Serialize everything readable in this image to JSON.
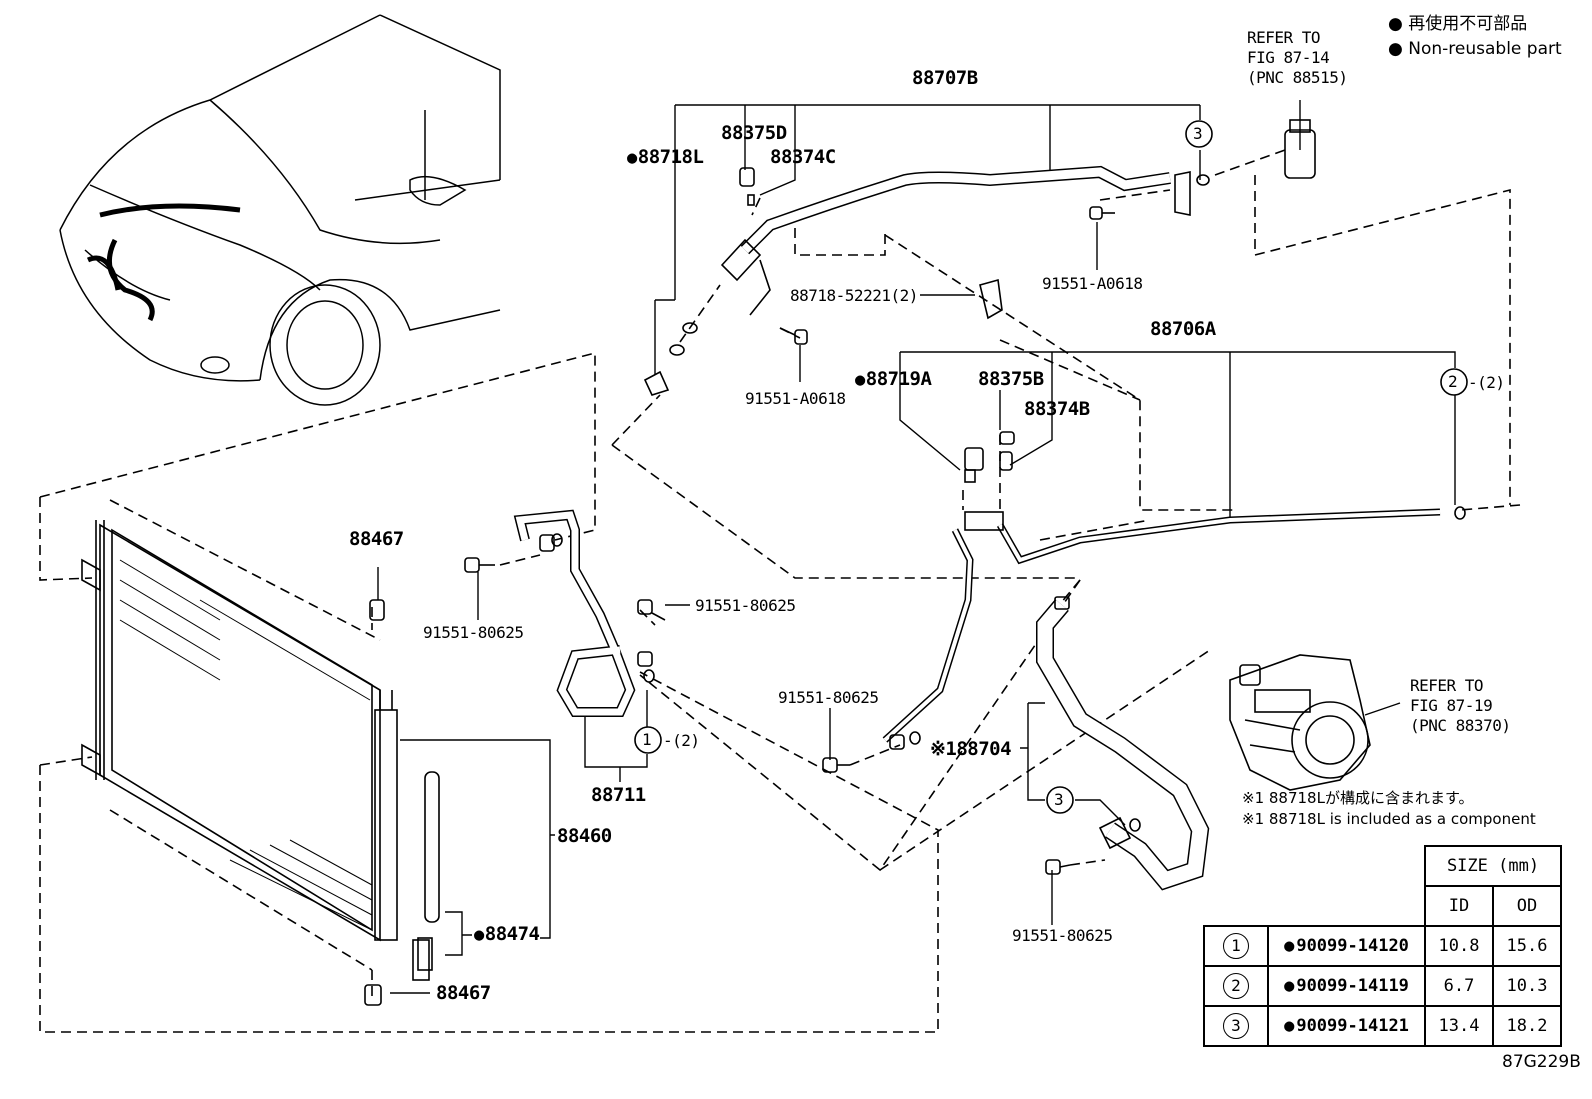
{
  "legend": {
    "jp": "再使用不可部品",
    "en": "Non-reusable part"
  },
  "refs": {
    "top_line1": "REFER TO",
    "top_line2": "FIG 87-14",
    "top_line3": "(PNC 88515)",
    "comp_line1": "REFER TO",
    "comp_line2": "FIG 87-19",
    "comp_line3": "(PNC 88370)"
  },
  "labels": {
    "p88707B": "88707B",
    "p88375D": "88375D",
    "p88374C": "88374C",
    "p88718L": "88718L",
    "p91551_A0618_a": "91551-A0618",
    "p88718_52221": "88718-52221(2)",
    "p91551_A0618_b": "91551-A0618",
    "p88706A": "88706A",
    "p88719A": "88719A",
    "p88375B": "88375B",
    "p88374B": "88374B",
    "ring2_qty": "-(2)",
    "p88467_a": "88467",
    "p91551_80625_a": "91551-80625",
    "p91551_80625_b": "91551-80625",
    "ring1_qty": "-(2)",
    "p88711": "88711",
    "p88460": "88460",
    "p88474": "88474",
    "p88467_b": "88467",
    "p91551_80625_c": "91551-80625",
    "p88704": "※188704",
    "p91551_80625_d": "91551-80625",
    "ring_1": "1",
    "ring_2": "2",
    "ring_3": "3"
  },
  "notes": {
    "jp": "※1 88718Lが構成に含まれます。",
    "en": "※1 88718L is included as a component"
  },
  "size_table": {
    "title": "SIZE (mm)",
    "col_id": "ID",
    "col_od": "OD",
    "rows": [
      {
        "ring": "1",
        "part": "90099-14120",
        "id": "10.8",
        "od": "15.6"
      },
      {
        "ring": "2",
        "part": "90099-14119",
        "id": "6.7",
        "od": "10.3"
      },
      {
        "ring": "3",
        "part": "90099-14121",
        "id": "13.4",
        "od": "18.2"
      }
    ]
  },
  "figure_id": "87G229B"
}
